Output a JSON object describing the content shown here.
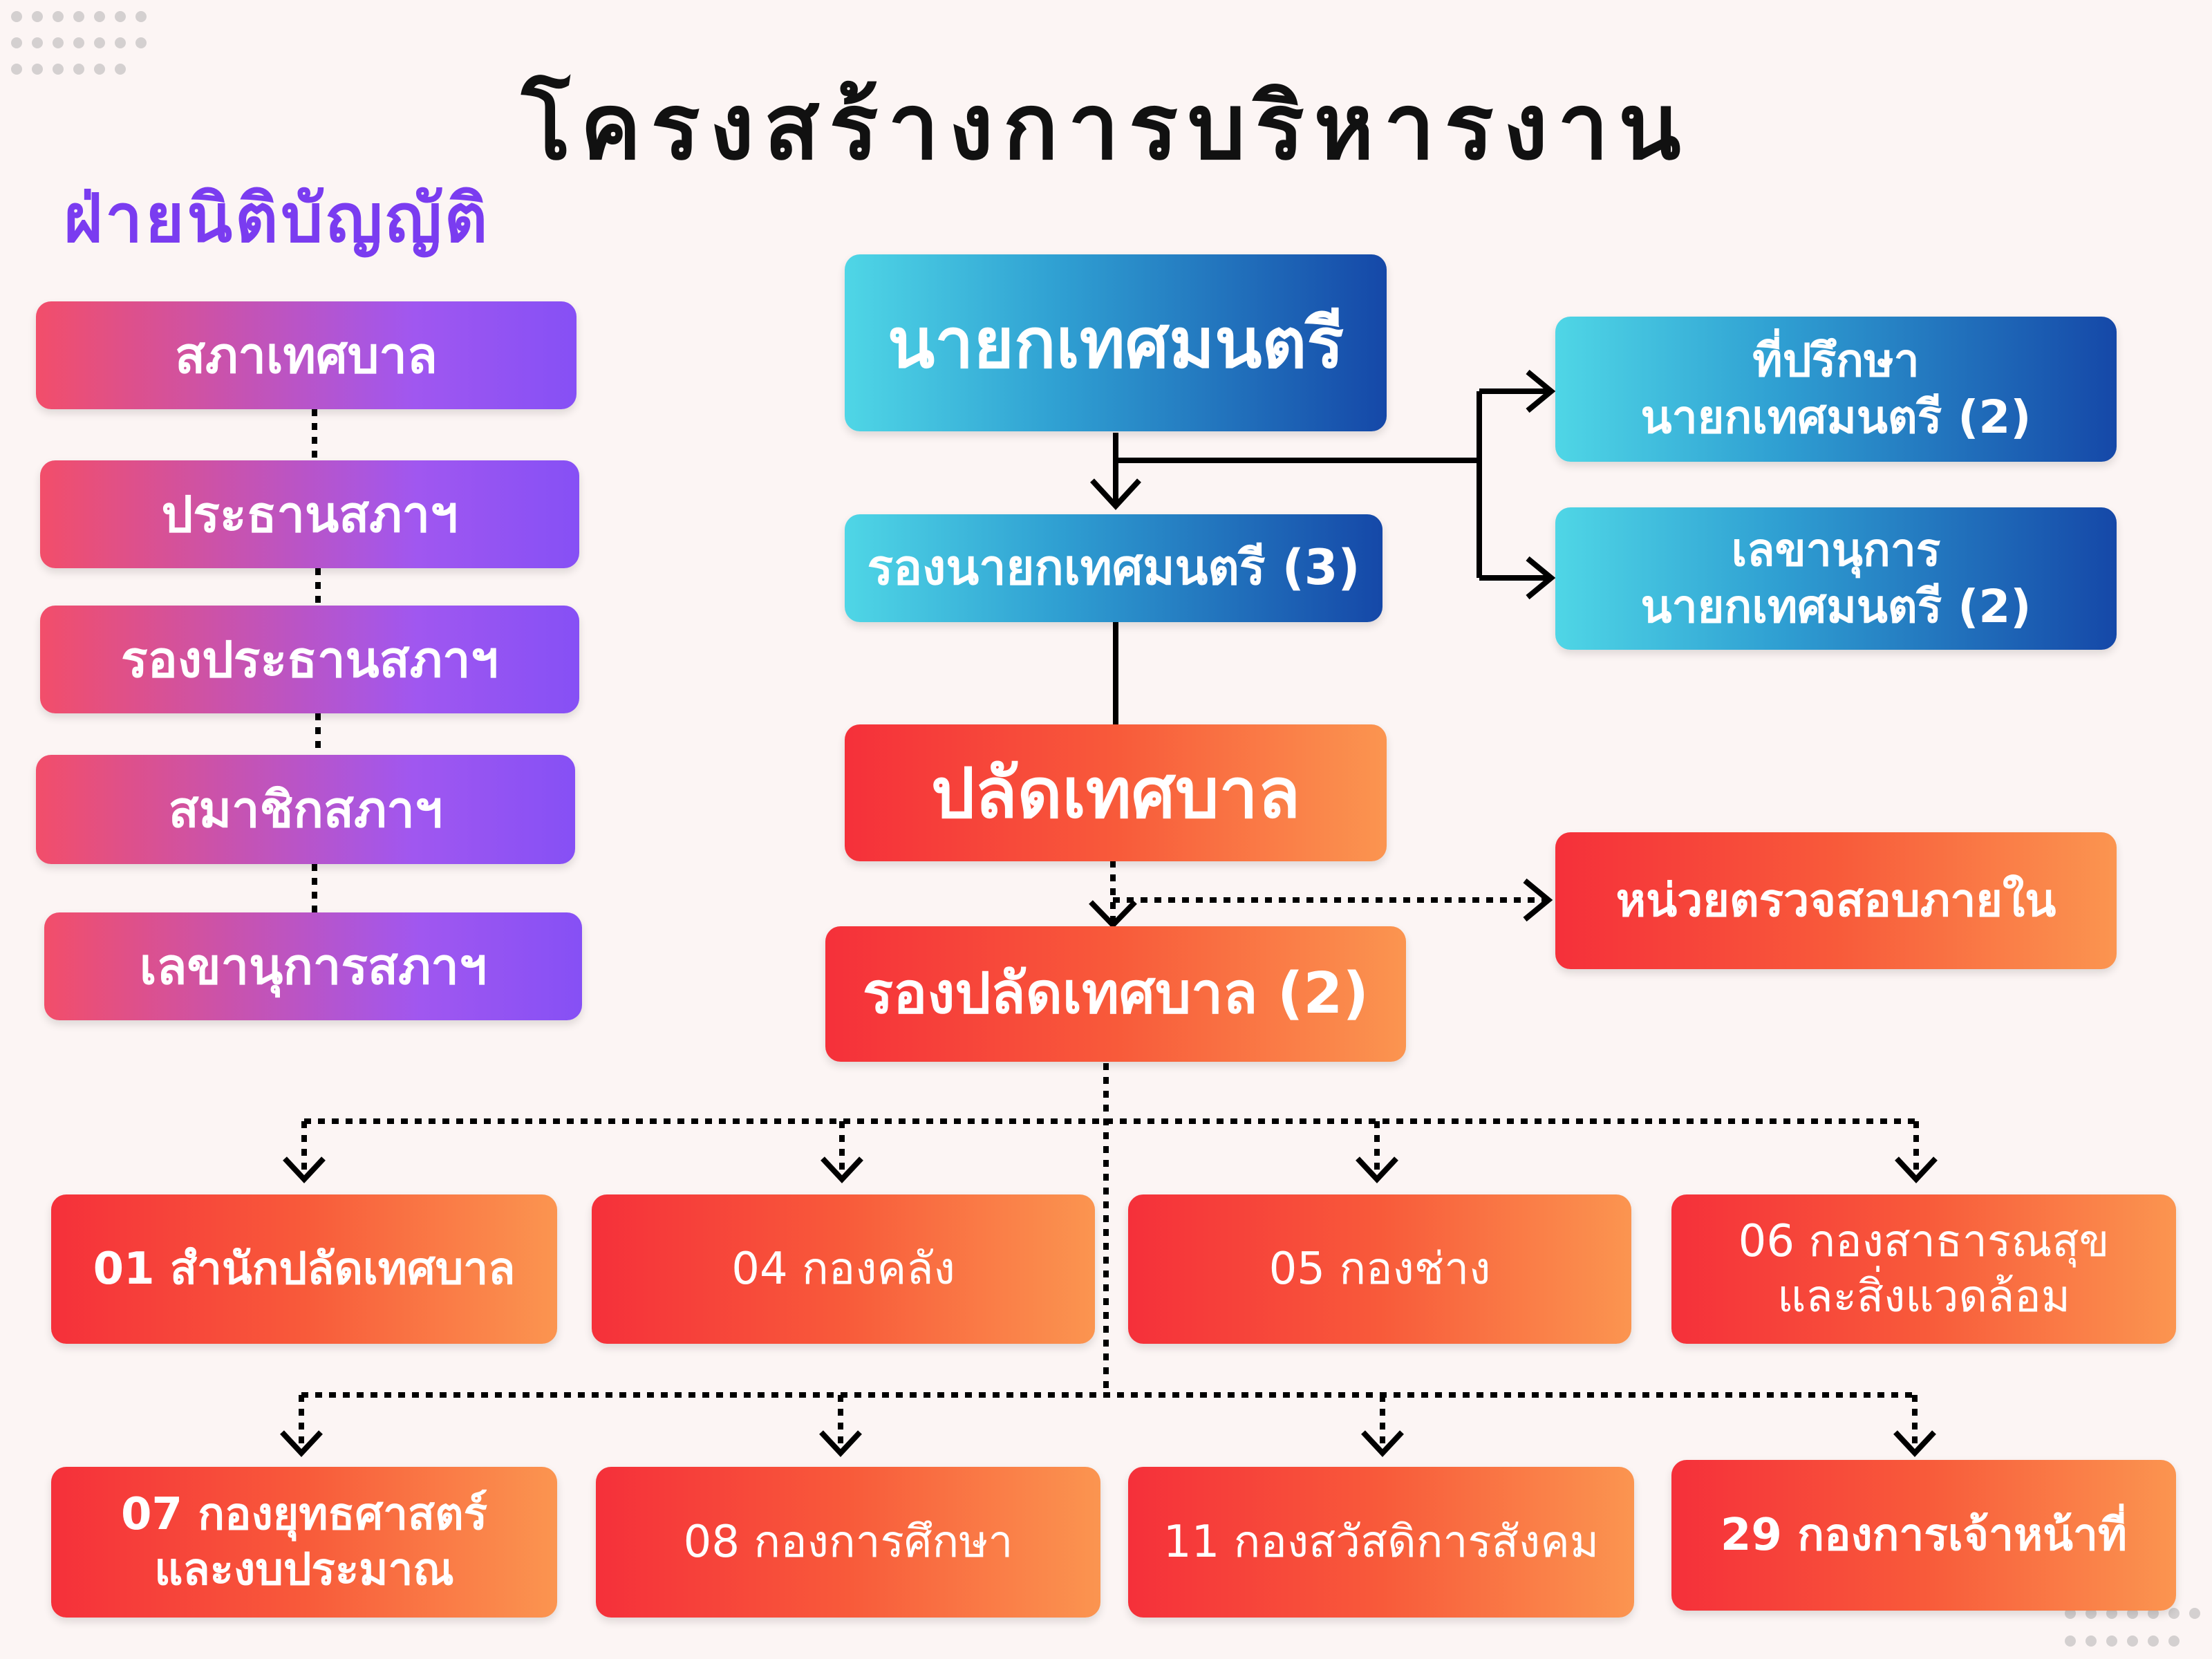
{
  "title": "โครงสร้างการบริหารงาน",
  "legislative": {
    "heading": "ฝ่ายนิติบัญญัติ",
    "items": [
      "สภาเทศบาล",
      "ประธานสภาฯ",
      "รองประธานสภาฯ",
      "สมาชิกสภาฯ",
      "เลขานุการสภาฯ"
    ]
  },
  "executive": {
    "mayor": "นายกเทศมนตรี",
    "deputy_mayor": "รองนายกเทศมนตรี (3)",
    "advisor": {
      "line1": "ที่ปรึกษา",
      "line2": "นายกเทศมนตรี (2)"
    },
    "secretary": {
      "line1": "เลขานุการ",
      "line2": "นายกเทศมนตรี (2)"
    },
    "clerk": "ปลัดเทศบาล",
    "deputy_clerk": "รองปลัดเทศบาล (2)",
    "internal_audit": "หน่วยตรวจสอบภายใน"
  },
  "departments": {
    "row1": [
      {
        "line1": "01 สำนักปลัดเทศบาล",
        "line2": ""
      },
      {
        "line1": "04 กองคลัง",
        "line2": ""
      },
      {
        "line1": "05 กองช่าง",
        "line2": ""
      },
      {
        "line1": "06 กองสาธารณสุข",
        "line2": "และสิ่งแวดล้อม"
      }
    ],
    "row2": [
      {
        "line1": "07 กองยุทธศาสตร์",
        "line2": "และงบประมาณ"
      },
      {
        "line1": "08 กองการศึกษา",
        "line2": ""
      },
      {
        "line1": "11 กองสวัสดิการสังคม",
        "line2": ""
      },
      {
        "line1": "29 กองการเจ้าหน้าที่",
        "line2": ""
      }
    ]
  },
  "colors": {
    "legislative_heading": "#7a3cf0",
    "legislative_from": "#f24e6a",
    "legislative_to": "#8650f5",
    "blue_from": "#4fd6e6",
    "blue_to": "#1548a8",
    "orange_from": "#f5303a",
    "orange_to": "#fb9550",
    "background": "#fcf5f4"
  }
}
